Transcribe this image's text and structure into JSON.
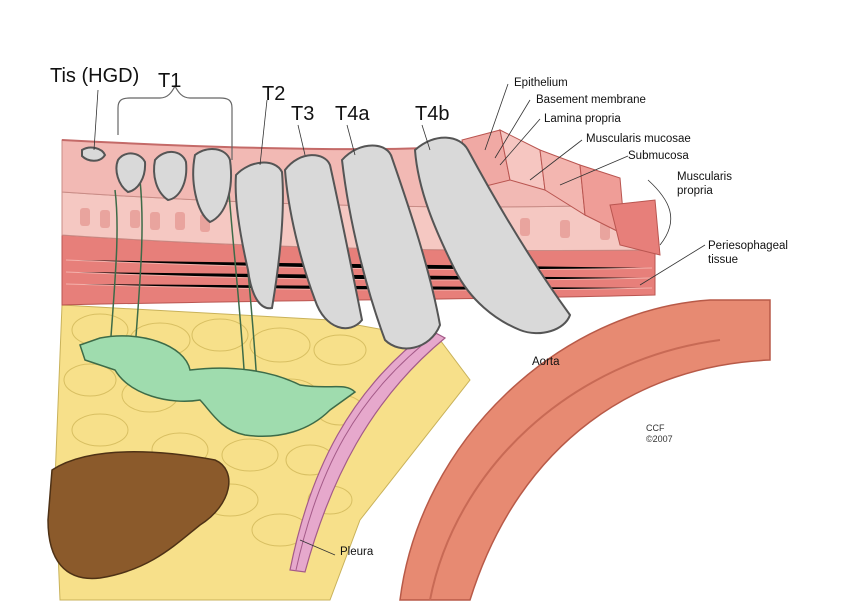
{
  "stage_labels": {
    "tis": "Tis (HGD)",
    "t1": "T1",
    "t2": "T2",
    "t3": "T3",
    "t4a": "T4a",
    "t4b": "T4b"
  },
  "layer_labels": {
    "epithelium": "Epithelium",
    "basement_membrane": "Basement membrane",
    "lamina_propria": "Lamina propria",
    "muscularis_mucosae": "Muscularis mucosae",
    "submucosa": "Submucosa",
    "muscularis_propria_1": "Muscularis",
    "muscularis_propria_2": "propria",
    "periesophageal_1": "Periesophageal",
    "periesophageal_2": "tissue"
  },
  "structure_labels": {
    "aorta": "Aorta",
    "pleura": "Pleura"
  },
  "credit": {
    "line1": "CCF",
    "line2": "©2007"
  },
  "colors": {
    "mucosa": "#f2b9b4",
    "submucosa": "#f5c8c2",
    "muscle": "#e77f7a",
    "fat": "#f7e08a",
    "tumor": "#d9d9d9",
    "lymph": "#9fdcae",
    "liver": "#8b5a2b",
    "aorta": "#e78a72",
    "pleura": "#d98ab8"
  }
}
